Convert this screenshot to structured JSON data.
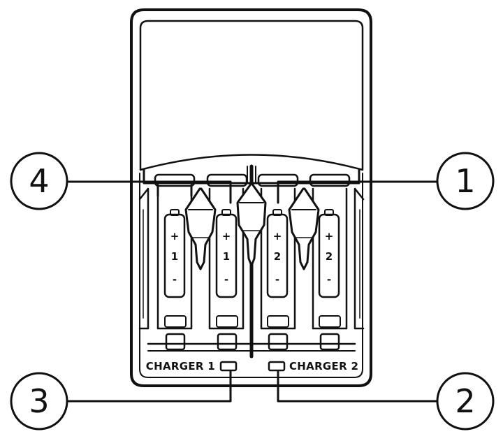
{
  "diagram": {
    "callouts": [
      "1",
      "2",
      "3",
      "4"
    ],
    "slots": [
      {
        "plus": "+",
        "number": "1",
        "minus": "-"
      },
      {
        "plus": "+",
        "number": "1",
        "minus": "-"
      },
      {
        "plus": "+",
        "number": "2",
        "minus": "-"
      },
      {
        "plus": "+",
        "number": "2",
        "minus": "-"
      }
    ],
    "charger_labels": [
      "CHARGER 1",
      "CHARGER 2"
    ]
  },
  "colors": {
    "line": "#111111",
    "background": "#ffffff"
  }
}
